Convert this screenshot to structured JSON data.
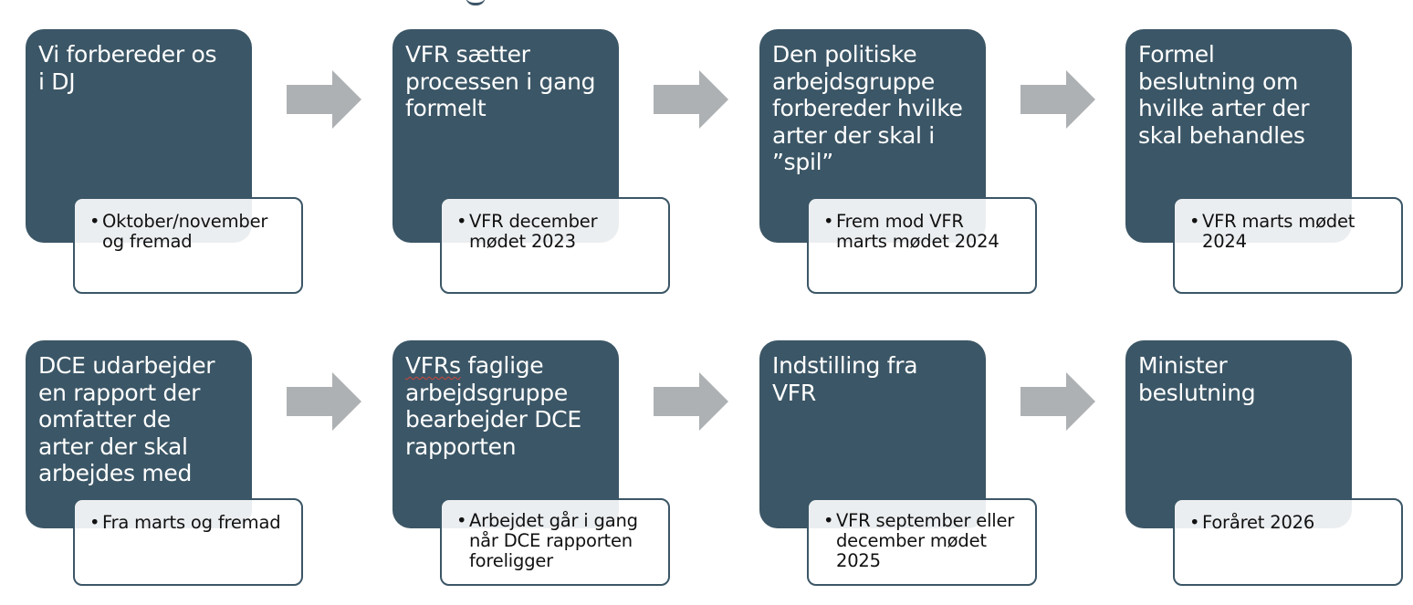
{
  "colors": {
    "box_fill": "#3b5666",
    "arrow_fill": "#aeb1b3",
    "detail_border": "#3b5666"
  },
  "steps": [
    {
      "title": "Vi forbereder os\ni DJ",
      "detail": "Oktober/november\nog fremad"
    },
    {
      "title": "VFR sætter\nprocessen i gang\nformelt",
      "detail": "VFR december\nmødet 2023"
    },
    {
      "title": "Den politiske\narbejdsgruppe\nforbereder hvilke\narter der skal i\n”spil”",
      "detail": "Frem mod VFR\nmarts mødet 2024"
    },
    {
      "title": "Formel\nbeslutning om\nhvilke arter der\nskal behandles",
      "detail": "VFR marts mødet\n2024"
    },
    {
      "title": "DCE udarbejder\nen rapport der\nomfatter de\narter der skal\narbejdes med",
      "detail": "Fra marts og fremad"
    },
    {
      "title_word": "VFRs",
      "title_rest": " faglige\narbejdsgruppe\nbearbejder DCE\nrapporten",
      "detail": "Arbejdet går i gang\nnår DCE rapporten\nforeligger"
    },
    {
      "title": "Indstilling fra\nVFR",
      "detail": "VFR september eller\ndecember mødet\n2025"
    },
    {
      "title": "Minister\nbeslutning",
      "detail": "Foråret 2026"
    }
  ],
  "arrow_icon": "right-arrow"
}
